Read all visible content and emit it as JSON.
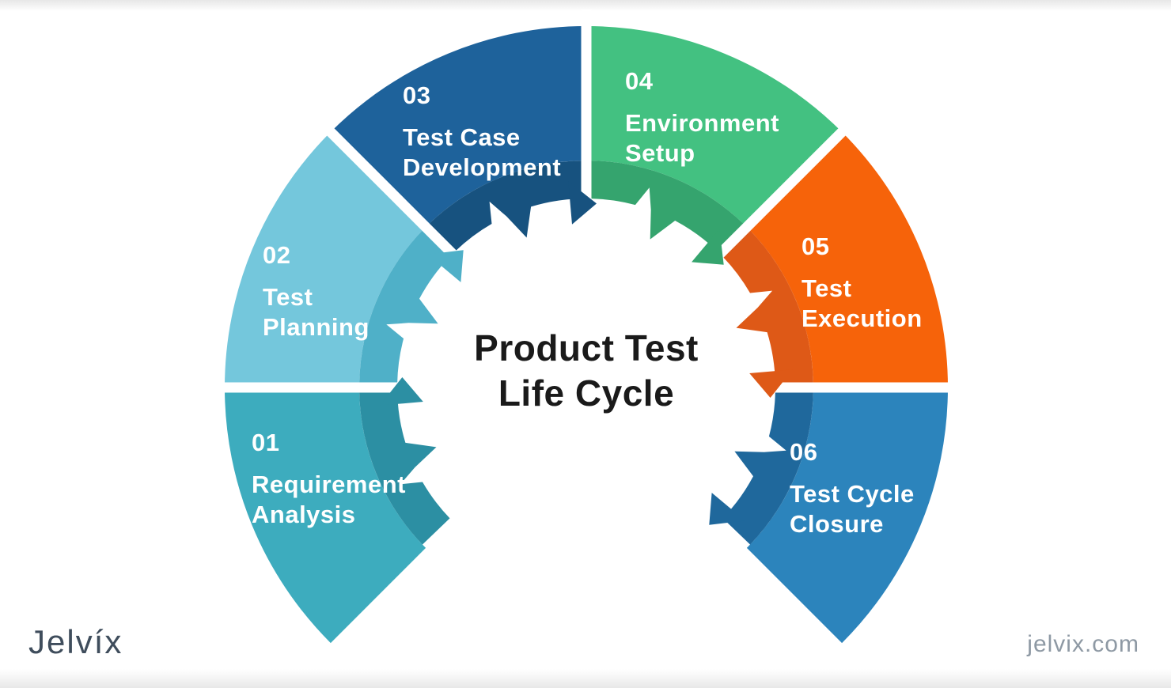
{
  "title": {
    "line1": "Product Test",
    "line2": "Life Cycle"
  },
  "segments": [
    {
      "number": "01",
      "label_lines": [
        "Requirement",
        "Analysis"
      ],
      "color": "#3DACBE",
      "band_color": "#2C8FA3"
    },
    {
      "number": "02",
      "label_lines": [
        "Test",
        "Planning"
      ],
      "color": "#74C7DC",
      "band_color": "#4FB0C8"
    },
    {
      "number": "03",
      "label_lines": [
        "Test Case",
        "Development"
      ],
      "color": "#1E629B",
      "band_color": "#17527F"
    },
    {
      "number": "04",
      "label_lines": [
        "Environment",
        "Setup"
      ],
      "color": "#43C181",
      "band_color": "#35A46E"
    },
    {
      "number": "05",
      "label_lines": [
        "Test",
        "Execution"
      ],
      "color": "#F6630A",
      "band_color": "#DE5917"
    },
    {
      "number": "06",
      "label_lines": [
        "Test Cycle",
        "Closure"
      ],
      "color": "#2C84BC",
      "band_color": "#1F689C"
    }
  ],
  "colors": {
    "title_text": "#1a1a1a",
    "label_text": "#ffffff",
    "separator": "#ffffff",
    "background": "#ffffff",
    "logo_text": "#3f4d5c",
    "site_text": "#8e99a4"
  },
  "footer": {
    "logo": "Jelvíx",
    "website": "jelvix.com"
  }
}
